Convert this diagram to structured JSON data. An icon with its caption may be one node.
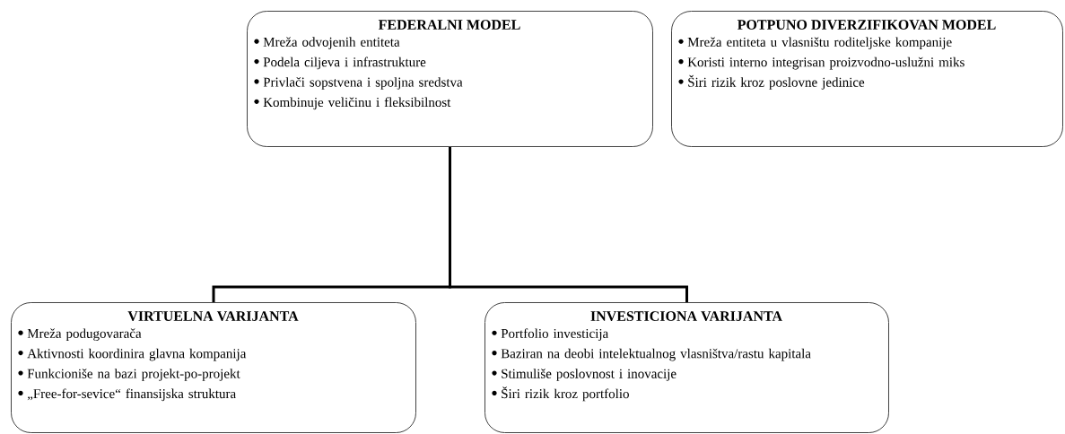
{
  "diagram": {
    "nodes": [
      {
        "text": [
          "FEDERALNI MODEL",
          "Mreža odvojenih entiteta",
          "Podela ciljeva i infrastrukture",
          "Privlači sopstvena i spoljna sredstva",
          "Kombinuje veličinu i fleksibilnost"
        ]
      },
      {
        "text": [
          "POTPUNO DIVERZIFIKOVAN MODEL",
          "Mreža entiteta u vlasništu roditeljske kompanije",
          "Koristi interno integrisan proizvodno-uslužni miks",
          "Širi rizik kroz poslovne jedinice"
        ]
      },
      {
        "text": [
          "VIRTUELNA VARIJANTA",
          "Mreža podugovarača",
          "Aktivnosti koordinira glavna kompanija",
          "Funkcioniše na bazi projekt-po-projekt",
          "„Free-for-sevice“ finansijska struktura"
        ]
      },
      {
        "text": [
          "INVESTICIONA VARIJANTA",
          "Portfolio investicija",
          "Baziran na deobi intelektualnog vlasništva/rastu kapitala",
          "Stimuliše poslovnost i inovacije",
          "Širi rizik kroz portfolio"
        ]
      }
    ],
    "edges": [
      {
        "from": 0,
        "to": 2,
        "arrow": "none"
      },
      {
        "from": 0,
        "to": 3,
        "arrow": "none"
      }
    ]
  }
}
